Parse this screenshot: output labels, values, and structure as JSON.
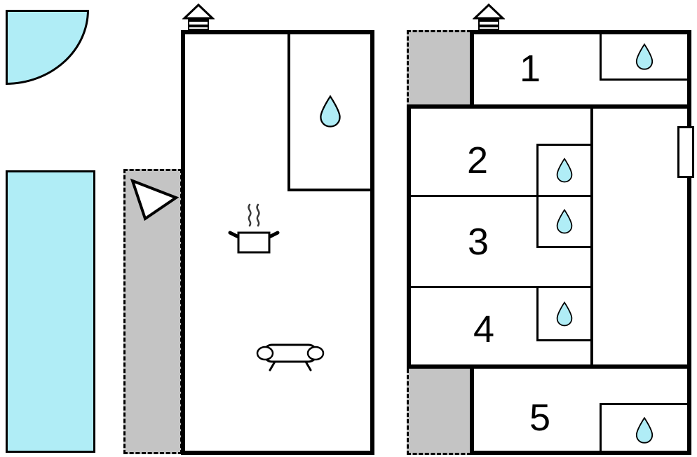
{
  "colors": {
    "water": "#b0edf6",
    "terrace": "#c4c4c4",
    "wall": "#000000",
    "background": "#ffffff"
  },
  "rooms": [
    {
      "number": "1"
    },
    {
      "number": "2"
    },
    {
      "number": "3"
    },
    {
      "number": "4"
    },
    {
      "number": "5"
    }
  ],
  "icons": {
    "water_drop": "teardrop",
    "chimney": "roof-with-striped-base",
    "entrance_arrow": "white-triangle-arrow",
    "kitchen": "pot-with-steam",
    "living_room": "sofa",
    "door_swing": "quarter-circle",
    "window": "white-rectangle-on-wall",
    "pool": "cyan-rectangle"
  }
}
